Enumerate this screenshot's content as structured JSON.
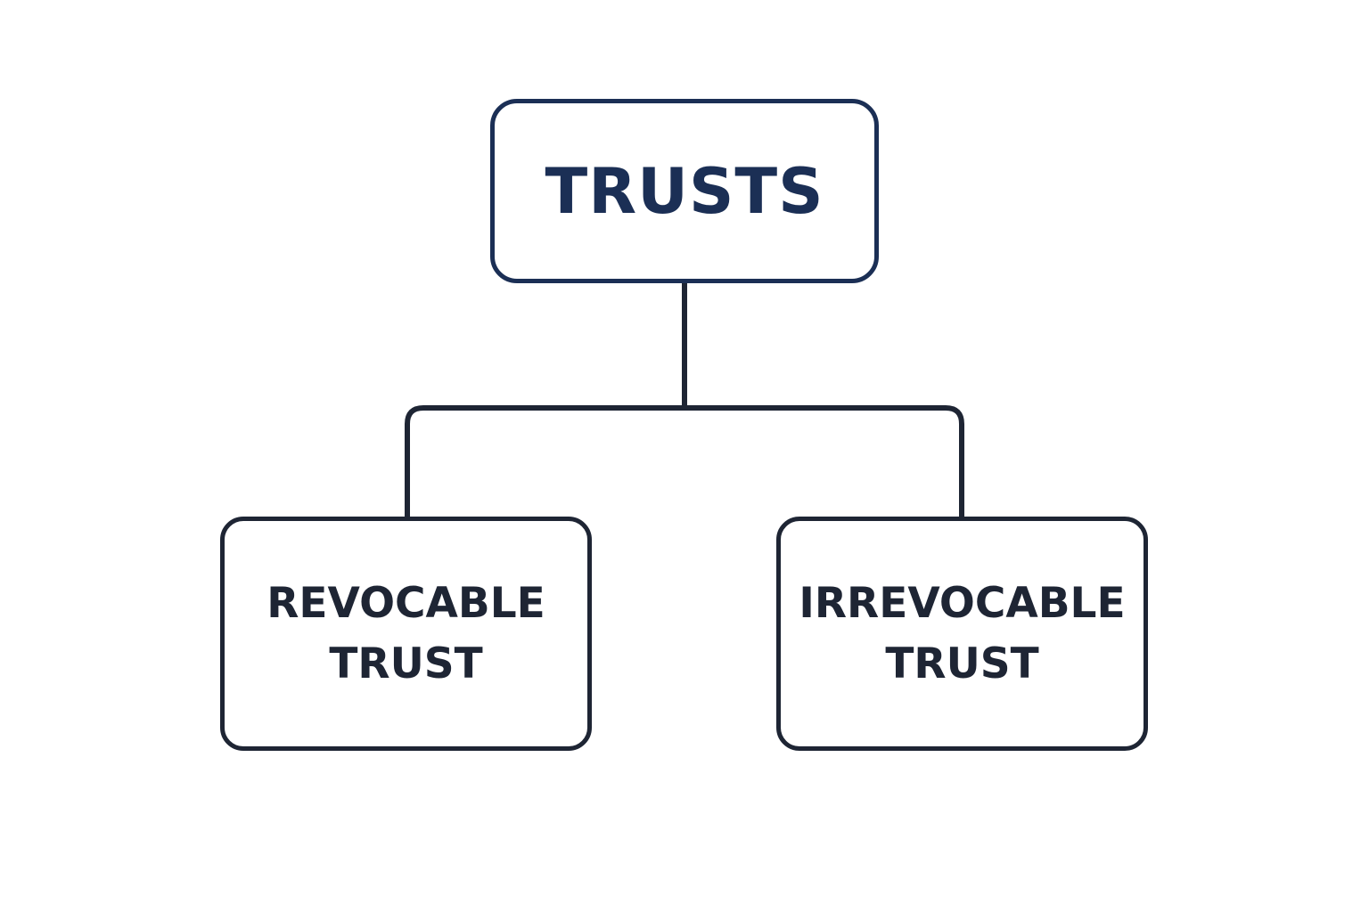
{
  "colors": {
    "root": "#1b2f55",
    "children": "#1e2534",
    "connector": "#1e2534",
    "background": "#ffffff"
  },
  "root": {
    "label": "TRUSTS"
  },
  "children": [
    {
      "line1": "REVOCABLE",
      "line2": "TRUST"
    },
    {
      "line1": "IRREVOCABLE",
      "line2": "TRUST"
    }
  ]
}
